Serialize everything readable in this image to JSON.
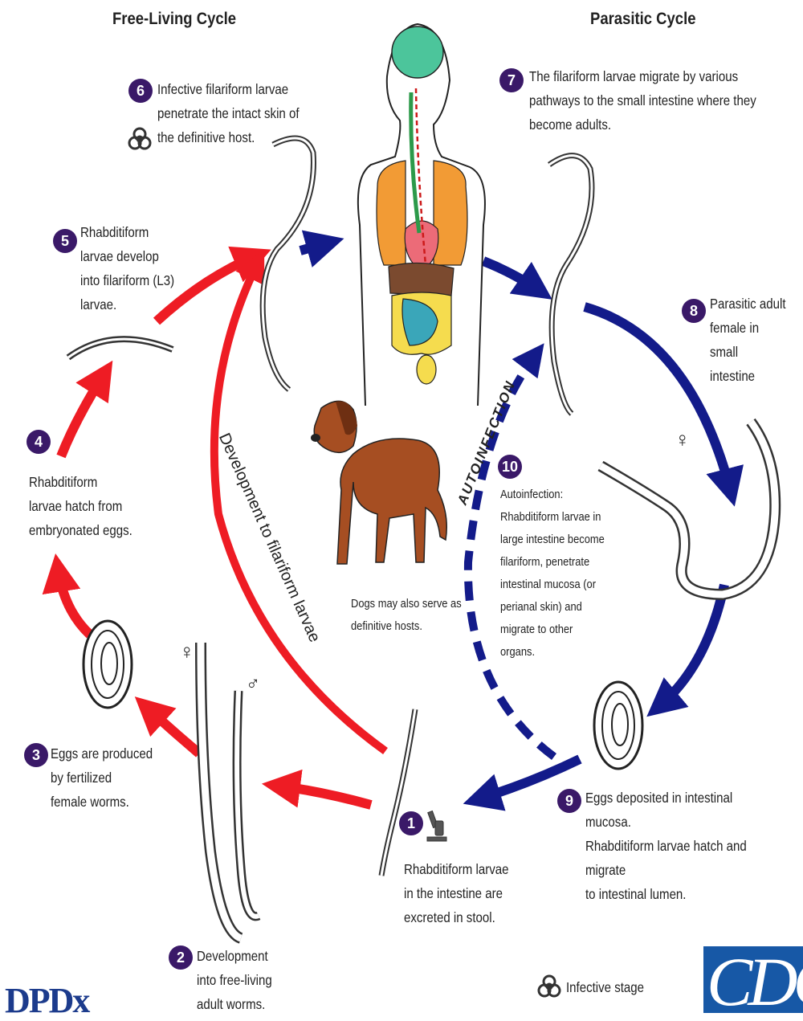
{
  "headings": {
    "free_living": "Free-Living Cycle",
    "parasitic": "Parasitic Cycle"
  },
  "steps": [
    {
      "num": "1",
      "lines": [
        "Rhabditiform larvae",
        "in the intestine are",
        "excreted in stool."
      ]
    },
    {
      "num": "2",
      "lines": [
        "Development",
        "into free-living",
        "adult worms."
      ]
    },
    {
      "num": "3",
      "lines": [
        "Eggs are produced",
        "by fertilized",
        "female worms."
      ]
    },
    {
      "num": "4",
      "lines": [
        "Rhabditiform",
        "larvae hatch from",
        "embryonated eggs."
      ]
    },
    {
      "num": "5",
      "lines": [
        "Rhabditiform",
        "larvae develop",
        "into filariform (L3)",
        "larvae."
      ]
    },
    {
      "num": "6",
      "lines": [
        "Infective filariform larvae",
        "penetrate the intact skin of",
        "the definitive host."
      ]
    },
    {
      "num": "7",
      "lines": [
        "The filariform larvae migrate by various",
        "pathways to the small intestine where they",
        "become adults."
      ]
    },
    {
      "num": "8",
      "lines": [
        "Parasitic adult",
        "female in small",
        "intestine"
      ]
    },
    {
      "num": "9",
      "lines": [
        "Eggs deposited in intestinal mucosa.",
        "Rhabditiform larvae hatch and migrate",
        "to intestinal lumen."
      ]
    },
    {
      "num": "10",
      "lines": [
        "Autoinfection:",
        "Rhabditiform larvae in",
        "large intestine become",
        "filariform, penetrate",
        "intestinal mucosa (or",
        "perianal skin) and",
        "migrate to other",
        "organs."
      ]
    }
  ],
  "curve_labels": {
    "development": "Development to filariform larvae",
    "autoinfection": "AUTOINFECTION"
  },
  "dog_caption": [
    "Dogs may also serve as",
    "definitive hosts."
  ],
  "sex_symbols": {
    "female": "♀",
    "male": "♂"
  },
  "legend": {
    "infective_stage": "Infective stage"
  },
  "logos": {
    "dpdx": "DPDx",
    "cdc": "CDC"
  },
  "colors": {
    "free_living_arrow": "#ee1c24",
    "parasitic_arrow": "#131b8a",
    "badge": "#3a1968"
  }
}
